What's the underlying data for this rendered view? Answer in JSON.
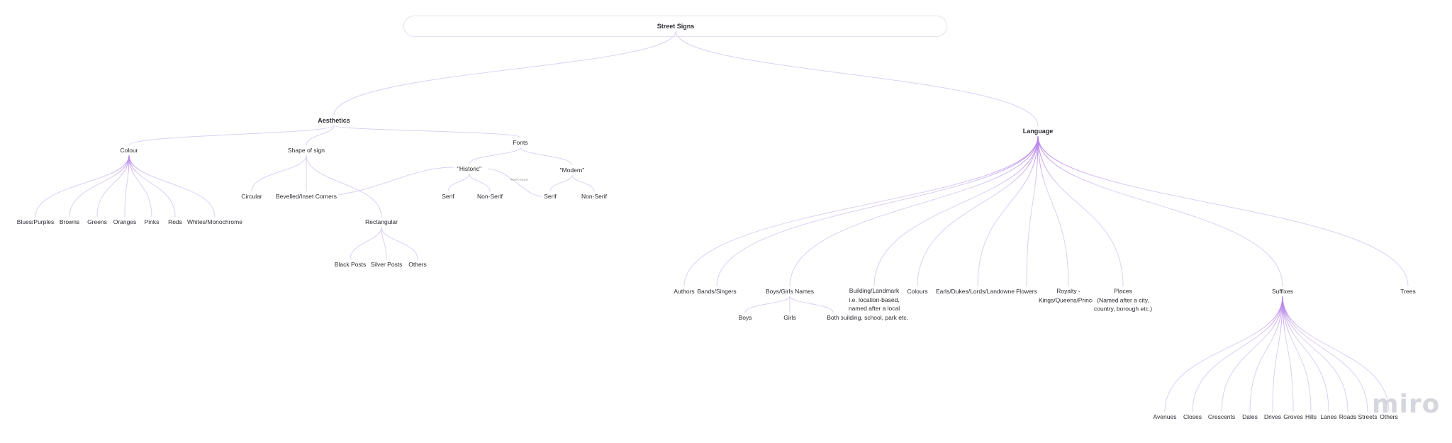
{
  "board": {
    "root": "Street Signs",
    "aesthetics": "Aesthetics",
    "language": "Language",
    "colour": "Colour",
    "shape": "Shape of sign",
    "fonts": "Fonts",
    "historic": "\"Historic\"",
    "modern": "\"Modern\"",
    "circular": "Circular",
    "bevelled": "Bevelled/Inset Corners",
    "rectangular": "Rectangular",
    "black_posts": "Black Posts",
    "silver_posts": "Silver Posts",
    "others_posts": "Others",
    "h_serif": "Serif",
    "h_nonserif": "Non-Serif",
    "m_serif": "Serif",
    "m_nonserif": "Non-Serif",
    "historic_link_label": "Historic-esque",
    "blues": "Blues/Purples",
    "browns": "Browns",
    "greens": "Greens",
    "oranges": "Oranges",
    "pinks": "Pinks",
    "reds": "Reds",
    "whites": "Whites/Monochrome",
    "authors": "Authors",
    "bands": "Bands/Singers",
    "names": "Boys/Girls Names",
    "boys": "Boys",
    "girls": "Girls",
    "both": "Both",
    "building": "Building/Landmark\ni.e. location-based,\nnamed after a local\nbuilding, school, park etc.",
    "colours": "Colours",
    "earls": "Earls/Dukes/Lords/Landowners",
    "flowers": "Flowers",
    "royalty": "Royalty -\nKings/Queens/Princes",
    "places": "Places\n(Named after a city,\ncountry, borough etc.)",
    "suffixes": "Suffixes",
    "trees": "Trees",
    "avenues": "Avenues",
    "closes": "Closes",
    "crescents": "Crescents",
    "dales": "Dales",
    "drives": "Drives",
    "groves": "Groves",
    "hills": "Hills",
    "lanes": "Lanes",
    "roads": "Roads",
    "streets": "Streets",
    "others_suffix": "Others"
  },
  "watermark": "miro",
  "colors": {
    "edge": "#dcd0f2",
    "edge_strong": "#b47ae8",
    "text": "#2b2b33"
  }
}
